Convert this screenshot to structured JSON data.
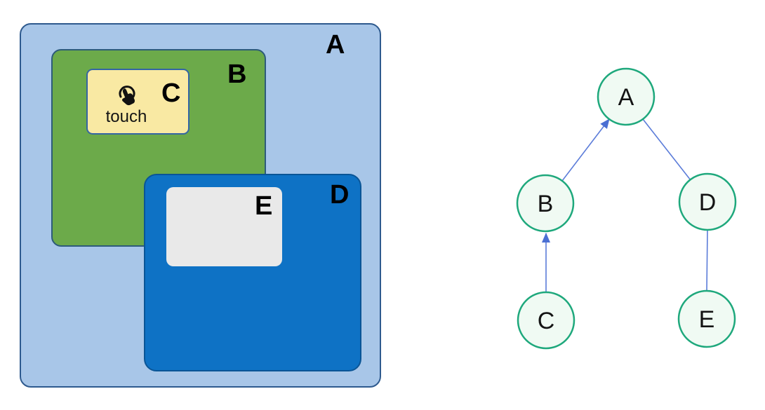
{
  "left_diagram": {
    "box_a": {
      "label": "A"
    },
    "box_b": {
      "label": "B"
    },
    "box_c": {
      "label": "C",
      "icon": "touch-tap-icon",
      "caption": "touch"
    },
    "box_d": {
      "label": "D"
    },
    "box_e": {
      "label": "E"
    }
  },
  "right_graph": {
    "node_a": {
      "label": "A"
    },
    "node_b": {
      "label": "B"
    },
    "node_c": {
      "label": "C"
    },
    "node_d": {
      "label": "D"
    },
    "node_e": {
      "label": "E"
    },
    "edges": [
      {
        "from": "B",
        "to": "A",
        "arrow": true
      },
      {
        "from": "A",
        "to": "D",
        "arrow": false
      },
      {
        "from": "C",
        "to": "B",
        "arrow": true
      },
      {
        "from": "D",
        "to": "E",
        "arrow": false
      }
    ]
  },
  "colors": {
    "box_a_fill": "#a8c6e8",
    "box_a_border": "#2e5a8e",
    "box_b_fill": "#6caa4a",
    "box_b_border": "#2d5b7a",
    "box_c_fill": "#f9e9a3",
    "box_c_border": "#3465a4",
    "box_d_fill": "#0e72c5",
    "box_d_border": "#0a5596",
    "box_e_fill": "#e9e9e9",
    "node_fill": "#f0faf3",
    "node_border": "#1ea87c",
    "edge": "#5b7cd9",
    "arrowhead": "#4a6fd3",
    "label": "#000000"
  }
}
